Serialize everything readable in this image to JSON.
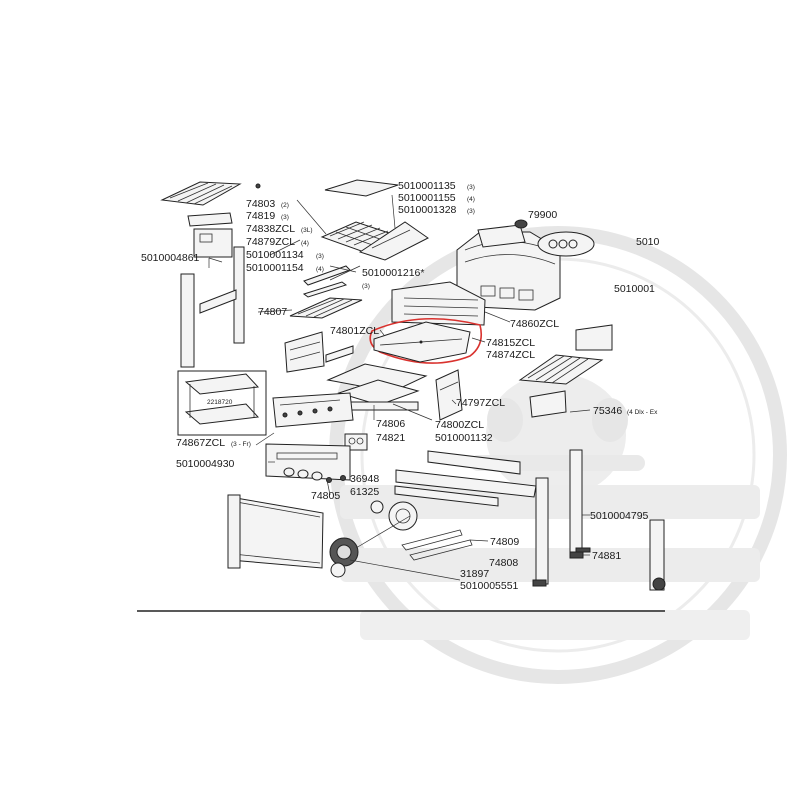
{
  "colors": {
    "highlight": "#d9322e",
    "watermark": "#e3e3e3",
    "ink": "#222222"
  },
  "labels": {
    "p5010001135": "5010001135",
    "p5010001155": "5010001155",
    "p5010001328": "5010001328",
    "p74803": "74803",
    "p74819": "74819",
    "p74838": "74838ZCL",
    "p74879": "74879ZCL",
    "p5010001134": "5010001134",
    "p5010001154": "5010001154",
    "p79900": "79900",
    "p5010a": "5010",
    "p5010001": "5010001",
    "p5010004861": "5010004861",
    "p5010001216": "5010001216*",
    "p74807": "74807",
    "p74801": "74801ZCL",
    "p74860": "74860ZCL",
    "p74815": "74815ZCL",
    "p74874": "74874ZCL",
    "p2218720": "2218720",
    "p74797": "74797ZCL",
    "p75346": "75346",
    "p74806": "74806",
    "p74821": "74821",
    "p74800": "74800ZCL",
    "p5010001132": "5010001132",
    "p74867": "74867ZCL",
    "p5010004930": "5010004930",
    "p36948": "36948",
    "p61325": "61325",
    "p74805": "74805",
    "p5010004795": "5010004795",
    "p74809": "74809",
    "p74881": "74881",
    "p74808": "74808",
    "p31897": "31897",
    "p5010005551": "5010005551"
  },
  "quantities": {
    "q5010001135": "(3)",
    "q5010001155": "(4)",
    "q5010001328": "(3)",
    "q74803": "(2)",
    "q74819": "(3)",
    "q74838": "(3L)",
    "q74879": "(4)",
    "q5010001134": "(3)",
    "q5010001154": "(4)",
    "q5010001216": "(3)",
    "q74867": "(3 - Fr)",
    "q75346": "(4 Dlx - Ex"
  }
}
